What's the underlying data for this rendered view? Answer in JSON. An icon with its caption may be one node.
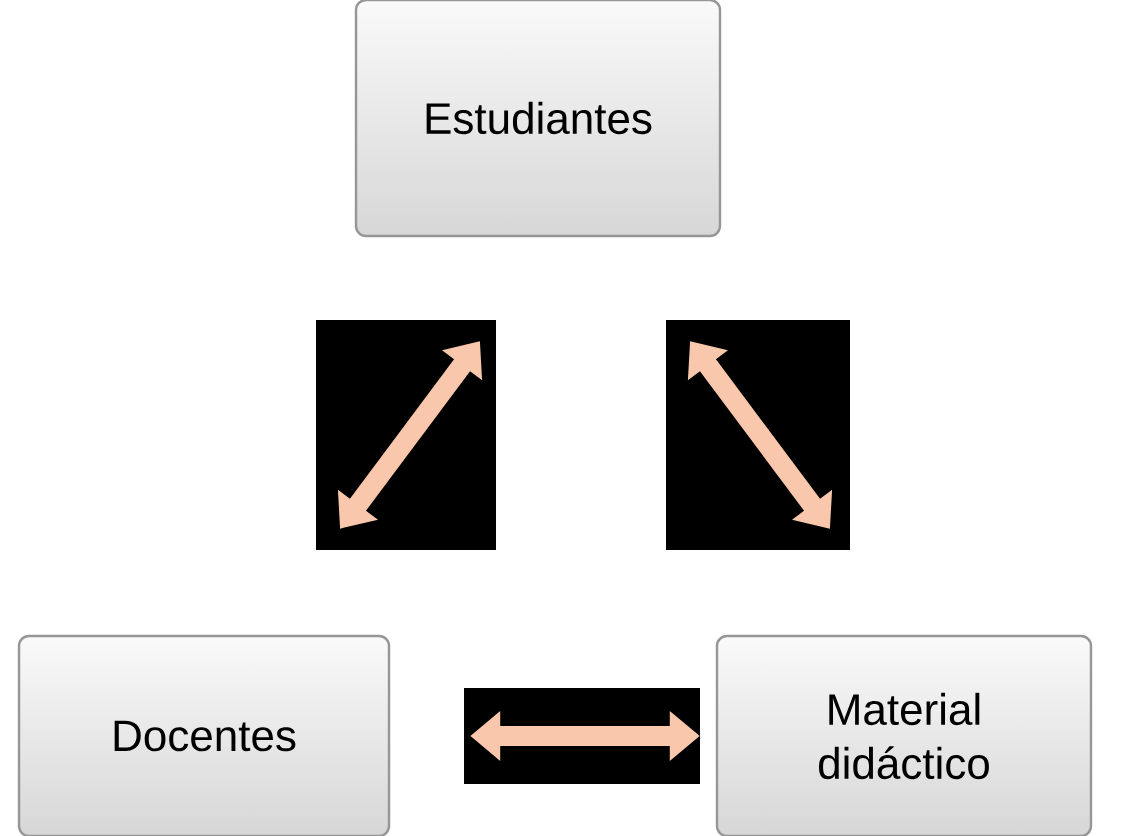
{
  "diagram": {
    "nodes": [
      {
        "text": [
          "Estudiantes"
        ]
      },
      {
        "text": [
          "Docentes"
        ]
      },
      {
        "text": [
          "Material didáctico"
        ]
      }
    ],
    "edges": [
      {
        "from": 0,
        "to": 1,
        "arrow": "both"
      },
      {
        "from": 0,
        "to": 2,
        "arrow": "both"
      },
      {
        "from": 1,
        "to": 2,
        "arrow": "both"
      }
    ]
  }
}
